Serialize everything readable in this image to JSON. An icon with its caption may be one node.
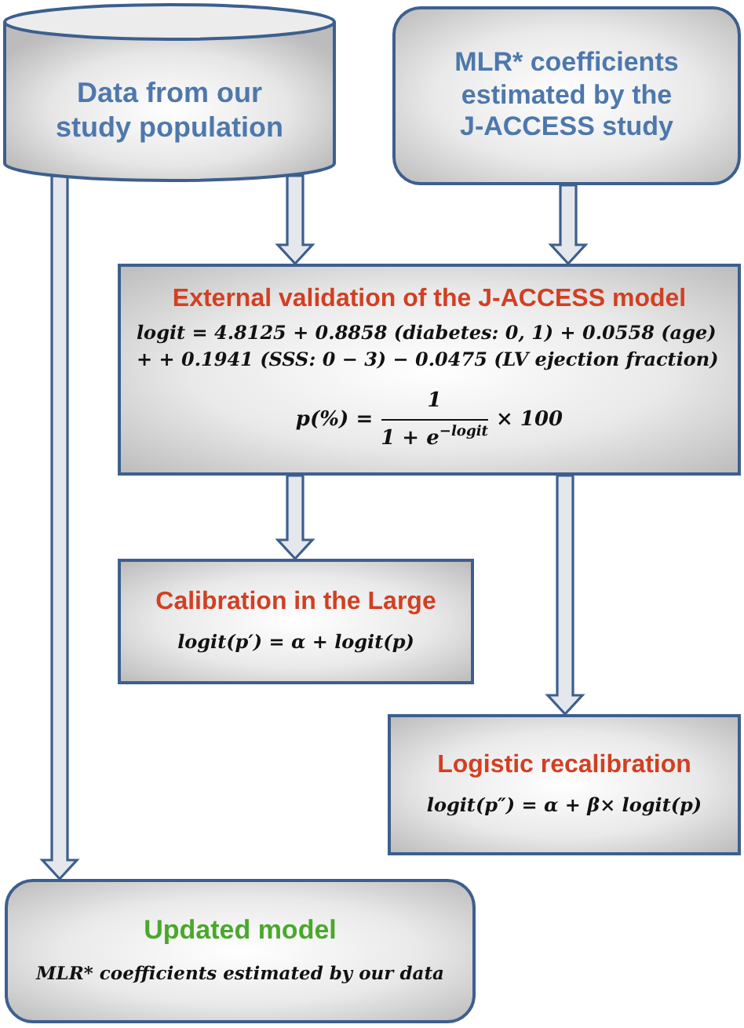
{
  "diagram": {
    "nodes": [
      {
        "text": [
          "Data from our study population"
        ]
      },
      {
        "text": [
          "MLR* coefficients estimated by the J-ACCESS study"
        ]
      },
      {
        "text": [
          "External validation of the J-ACCESS model",
          "logit = 4.8125 + 0.8858 (diabetes: 0, 1) + 0.0558 (age) + + 0.1941 (SSS: 0 − 3) − 0.0475 (LV ejection fraction)",
          "p(%) =",
          "1",
          "1 + e$^{−logit}$",
          "× 100"
        ]
      },
      {
        "text": [
          "Calibration in the Large",
          "logit(p′) = α + logit(p)"
        ]
      },
      {
        "text": [
          "Logistic recalibration",
          "logit(p″) = α + β× logit(p)"
        ]
      },
      {
        "text": [
          "Updated model",
          "MLR* coefficients estimated by our data"
        ]
      }
    ],
    "edges": [
      {
        "from": 0,
        "to": 2,
        "arrow": "to"
      },
      {
        "from": 1,
        "to": 2,
        "arrow": "to"
      },
      {
        "from": 2,
        "to": 3,
        "arrow": "to"
      },
      {
        "from": 2,
        "to": 4,
        "arrow": "to"
      },
      {
        "from": 0,
        "to": 5,
        "arrow": "to"
      }
    ]
  }
}
